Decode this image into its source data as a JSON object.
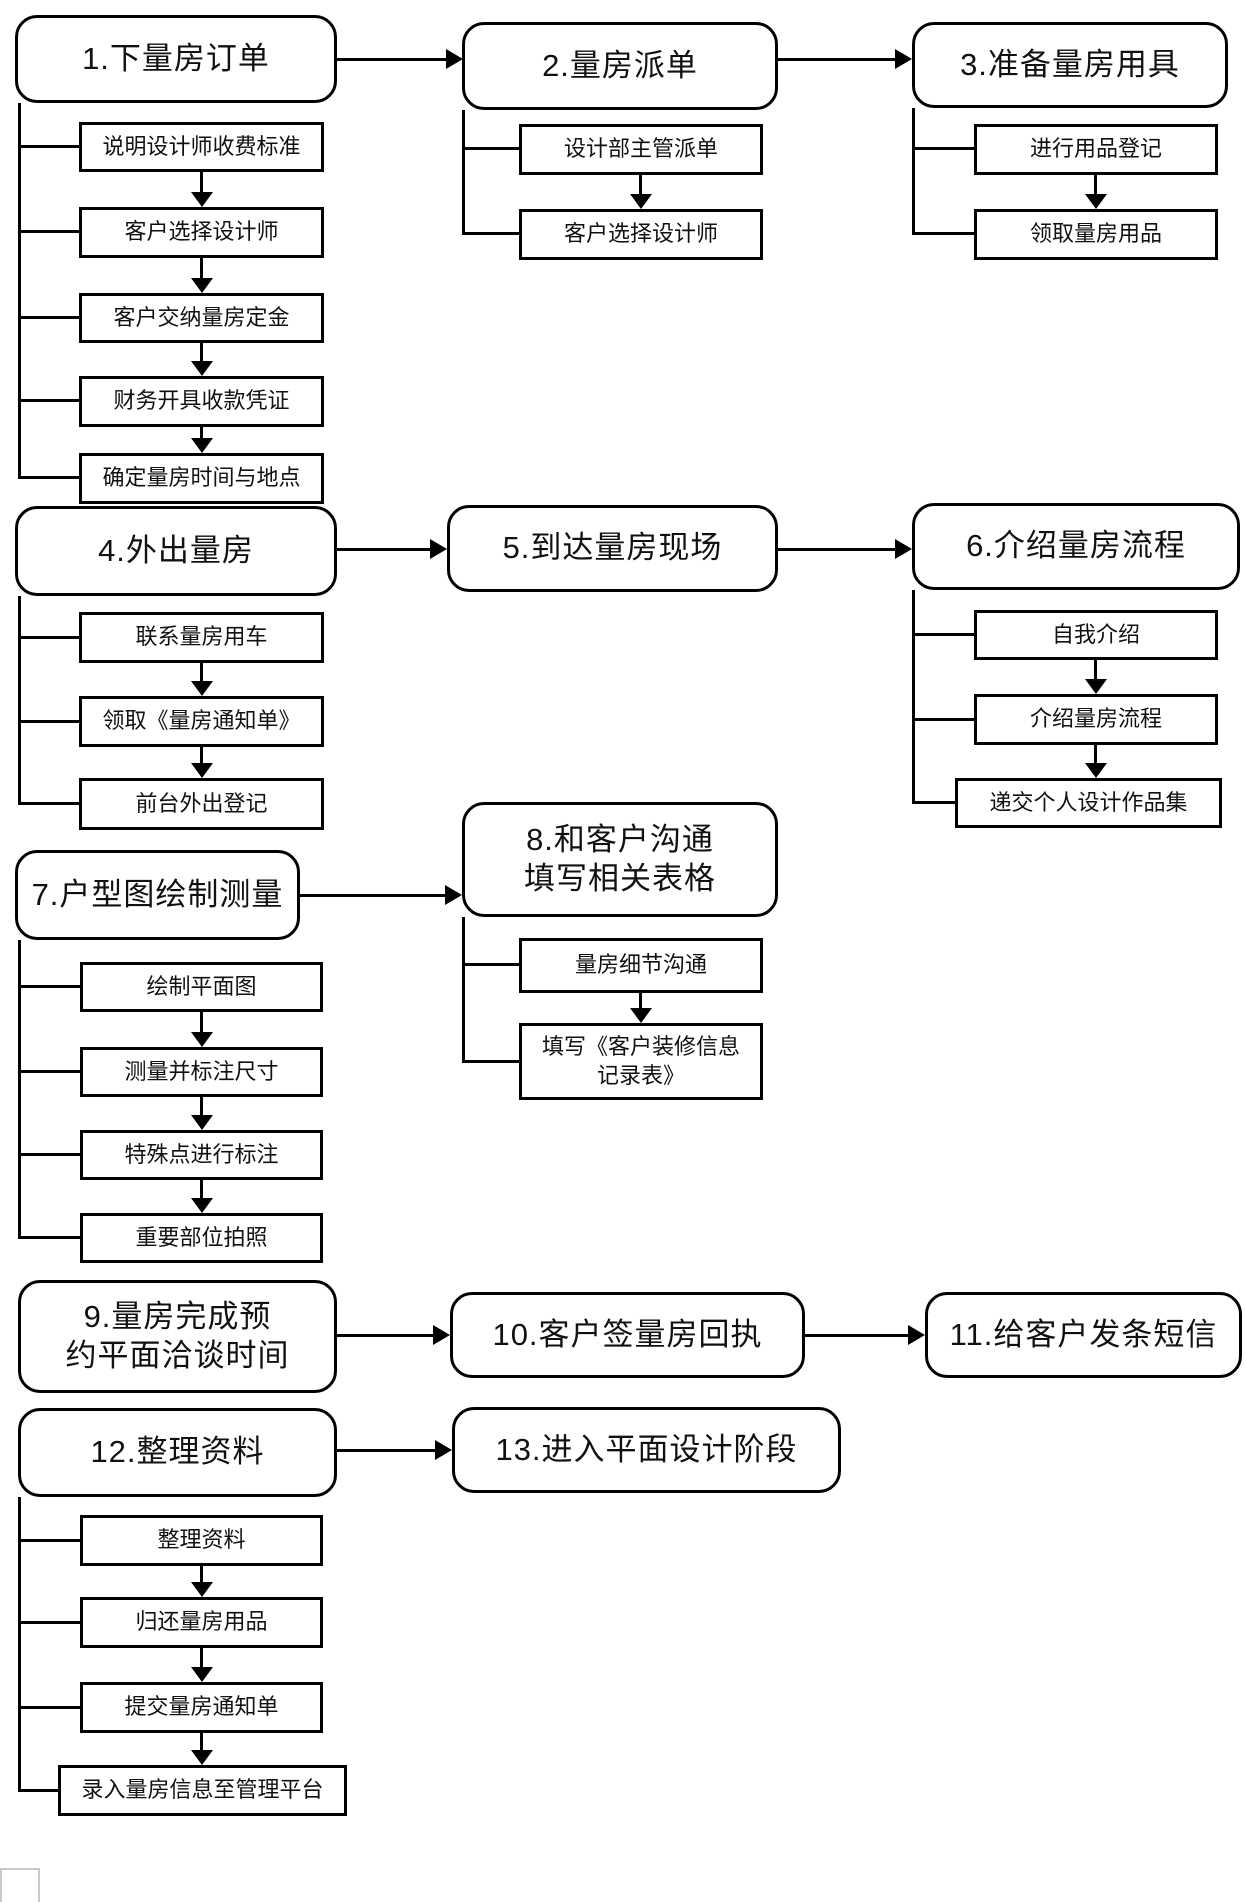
{
  "page": {
    "background": "#ffffff",
    "line_color": "#000000",
    "box_border_color": "#000000"
  },
  "flowchart": {
    "stages": [
      {
        "title": "1.下量房订单",
        "steps": [
          "说明设计师收费标准",
          "客户选择设计师",
          "客户交纳量房定金",
          "财务开具收款凭证",
          "确定量房时间与地点"
        ]
      },
      {
        "title": "2.量房派单",
        "steps": [
          "设计部主管派单",
          "客户选择设计师"
        ]
      },
      {
        "title": "3.准备量房用具",
        "steps": [
          "进行用品登记",
          "领取量房用品"
        ]
      },
      {
        "title": "4.外出量房",
        "steps": [
          "联系量房用车",
          "领取《量房通知单》",
          "前台外出登记"
        ]
      },
      {
        "title": "5.到达量房现场",
        "steps": []
      },
      {
        "title": "6.介绍量房流程",
        "steps": [
          "自我介绍",
          "介绍量房流程",
          "递交个人设计作品集"
        ]
      },
      {
        "title": "7.户型图绘制测量",
        "steps": [
          "绘制平面图",
          "测量并标注尺寸",
          "特殊点进行标注",
          "重要部位拍照"
        ]
      },
      {
        "title": "8.和客户沟通\n填写相关表格",
        "steps": [
          "量房细节沟通",
          "填写《客户装修信息\n记录表》"
        ]
      },
      {
        "title": "9.量房完成预\n约平面洽谈时间",
        "steps": []
      },
      {
        "title": "10.客户签量房回执",
        "steps": []
      },
      {
        "title": "11.给客户发条短信",
        "steps": []
      },
      {
        "title": "12.整理资料",
        "steps": [
          "整理资料",
          "归还量房用品",
          "提交量房通知单",
          "录入量房信息至管理平台"
        ]
      },
      {
        "title": "13.进入平面设计阶段",
        "steps": []
      }
    ]
  }
}
